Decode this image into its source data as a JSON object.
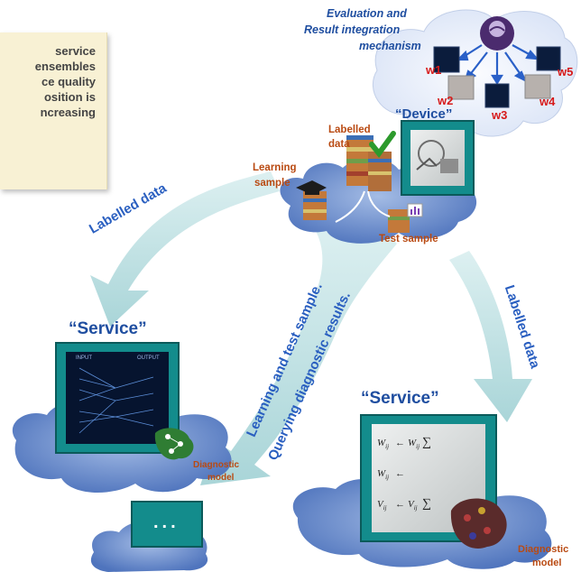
{
  "note": {
    "lines": [
      "service",
      "ensembles",
      "ce quality",
      "osition is",
      "ncreasing"
    ]
  },
  "eval": {
    "title_line1": "Evaluation and",
    "title_line2": "Result integration",
    "title_line3": "mechanism",
    "weights": [
      "w1",
      "w2",
      "w3",
      "w4",
      "w5"
    ]
  },
  "device": {
    "title": "“Device”",
    "labelled_data_line1": "Labelled",
    "labelled_data_line2": "data",
    "learning_sample_line1": "Learning",
    "learning_sample_line2": "sample",
    "test_sample": "Test sample"
  },
  "arrows": {
    "left_label": "Labelled data",
    "center_line1": "Learning and test sample.",
    "center_line2": "Querying diagnostic results.",
    "right_label": "Labelled data"
  },
  "service_left": {
    "title": "“Service”",
    "nn_input": "INPUT",
    "nn_output": "OUTPUT",
    "model_line1": "Diagnostic",
    "model_line2": "model"
  },
  "service_right": {
    "title": "“Service”",
    "model_line1": "Diagnostic",
    "model_line2": "model"
  },
  "more": {
    "label": "..."
  },
  "colors": {
    "title_blue": "#1f4ea0",
    "label_orange": "#b94a12",
    "weight_red": "#d71a1a",
    "frame_teal": "#138c8c",
    "cloud_blue": "#5f82c5",
    "arrow_pale": "#bfe0e2"
  }
}
